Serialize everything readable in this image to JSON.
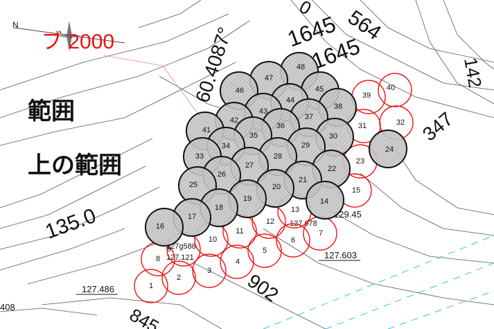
{
  "scale_label": "ブ 2000",
  "compass_label": "N",
  "range_labels": [
    "範囲",
    "上の範囲"
  ],
  "elevations": {
    "e1": "135.0",
    "e2": "127.486",
    "e3": "127.603",
    "e4": "129.45",
    "e5": "60.4087°",
    "e6": "408"
  },
  "big_numbers": [
    "1645",
    "1645",
    "564",
    "347",
    "902",
    "845",
    "142",
    "0"
  ],
  "small_notes": [
    "127g588",
    "127.121",
    "127.678"
  ],
  "gray_circles": [
    {
      "id": "48"
    },
    {
      "id": "47"
    },
    {
      "id": "46"
    },
    {
      "id": "45"
    },
    {
      "id": "44"
    },
    {
      "id": "43"
    },
    {
      "id": "42"
    },
    {
      "id": "41"
    },
    {
      "id": "38"
    },
    {
      "id": "37"
    },
    {
      "id": "36"
    },
    {
      "id": "35"
    },
    {
      "id": "34"
    },
    {
      "id": "33"
    },
    {
      "id": "30"
    },
    {
      "id": "29"
    },
    {
      "id": "28"
    },
    {
      "id": "27"
    },
    {
      "id": "26"
    },
    {
      "id": "25"
    },
    {
      "id": "24"
    },
    {
      "id": "22"
    },
    {
      "id": "21"
    },
    {
      "id": "20"
    },
    {
      "id": "19"
    },
    {
      "id": "18"
    },
    {
      "id": "17"
    },
    {
      "id": "16"
    },
    {
      "id": "14"
    }
  ],
  "red_circles": [
    {
      "id": "40"
    },
    {
      "id": "39"
    },
    {
      "id": "32"
    },
    {
      "id": "31"
    },
    {
      "id": "23"
    },
    {
      "id": "15"
    },
    {
      "id": "13"
    },
    {
      "id": "12"
    },
    {
      "id": "11"
    },
    {
      "id": "10"
    },
    {
      "id": "9"
    },
    {
      "id": "8"
    },
    {
      "id": "7"
    },
    {
      "id": "6"
    },
    {
      "id": "5"
    },
    {
      "id": "4"
    },
    {
      "id": "3"
    },
    {
      "id": "2"
    },
    {
      "id": "1"
    }
  ]
}
